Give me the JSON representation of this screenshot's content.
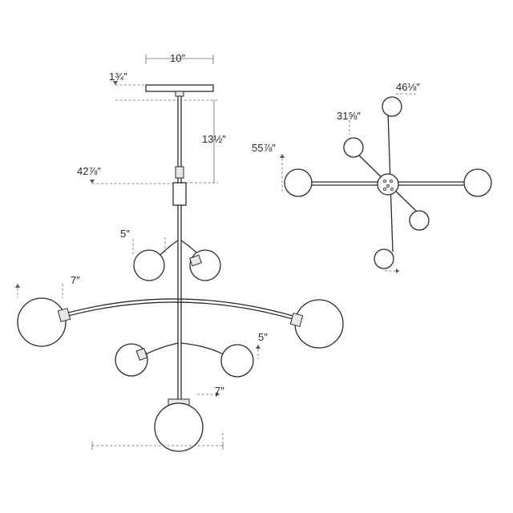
{
  "dimensions": {
    "canopy_width": "10″",
    "canopy_height": "1¾″",
    "stem_length": "13½″",
    "overall_height": "42⅞″",
    "small_globe": "5″",
    "large_globe_left": "7″",
    "small_globe_right": "5″",
    "large_globe_bottom": "7″",
    "top_view_width": "55⅞″",
    "top_view_inner": "31⅝″",
    "top_view_depth": "46⅛″"
  },
  "colors": {
    "line": "#2a2a2a",
    "dimension": "#666666",
    "background": "#ffffff"
  }
}
